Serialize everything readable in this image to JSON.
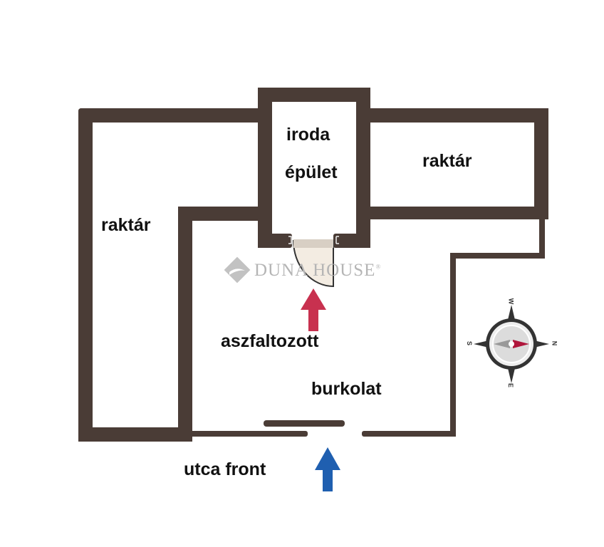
{
  "labels": {
    "room_top_left": "iroda",
    "room_top_left_2": "épület",
    "storage_right": "raktár",
    "storage_left": "raktár",
    "courtyard_1": "aszfaltozott",
    "courtyard_2": "burkolat",
    "street": "utca front"
  },
  "watermark": {
    "text": "DUNA HOUSE",
    "mark": "®"
  },
  "compass": {
    "top": "W",
    "right": "N",
    "bottom": "E",
    "left": "S"
  },
  "colors": {
    "wall": "#4a3c36",
    "entry_arrow_inner": "#c8314f",
    "entry_arrow_street": "#1f5fb0",
    "compass_needle": "#b0173c"
  }
}
